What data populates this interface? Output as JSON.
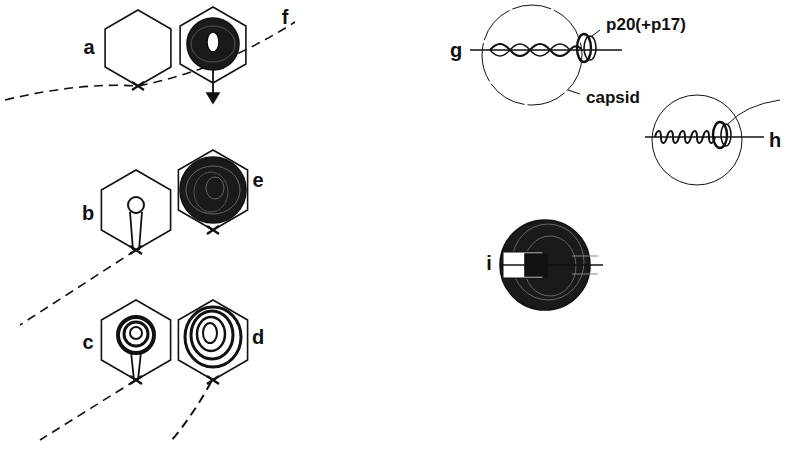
{
  "diagram": {
    "labels": [
      "a",
      "b",
      "c",
      "f",
      "e",
      "d",
      "g",
      "p20(+p17)",
      "capsid",
      "h",
      "i"
    ]
  }
}
